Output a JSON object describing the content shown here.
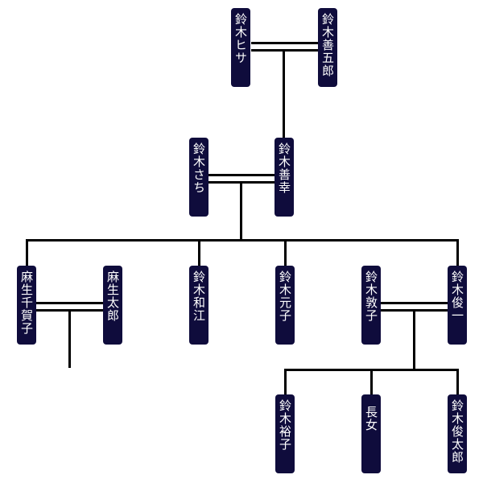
{
  "colors": {
    "node": "#0f0c3c",
    "line": "#000000",
    "text": "#ffffff"
  },
  "people": {
    "hisa": "鈴木ヒサ",
    "zengoro": "鈴木善五郎",
    "sachi": "鈴木さち",
    "zenko": "鈴木善幸",
    "chikako": "麻生千賀子",
    "taro": "麻生太郎",
    "kazue": "鈴木和江",
    "motoko": "鈴木元子",
    "atsuko": "鈴木敦子",
    "shunichi": "鈴木俊一",
    "yuko": "鈴木裕子",
    "chojo": "長女",
    "shuntaro": "鈴木俊太郎"
  }
}
